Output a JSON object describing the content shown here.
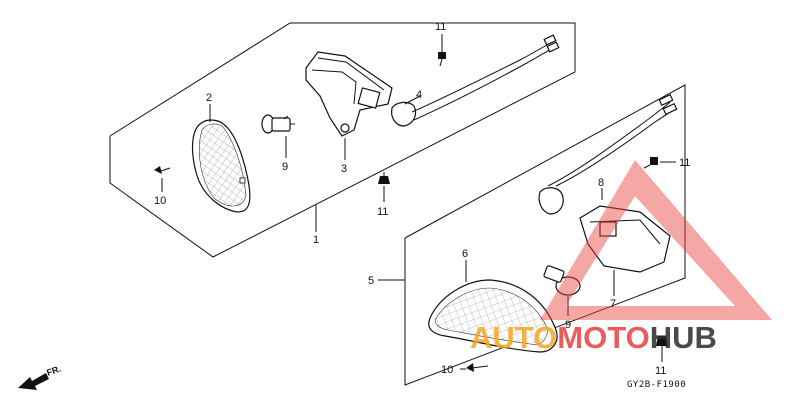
{
  "labels": {
    "p1": "1",
    "p2": "2",
    "p3": "3",
    "p4": "4",
    "p5": "5",
    "p6": "6",
    "p7": "7",
    "p8": "8",
    "p9a": "9",
    "p9b": "9",
    "p10a": "10",
    "p10b": "10",
    "p11a": "11",
    "p11b": "11",
    "p11c": "11",
    "p11d": "11"
  },
  "diagram_code": "GY2B-F1900",
  "direction_label": "FR.",
  "watermark": {
    "text_part1": "AUTO",
    "text_part2": "MOTO",
    "text_part3": "HUB",
    "color_orange": "#f5a623",
    "color_red": "#e8413c",
    "color_dark": "#2b2b2b"
  }
}
